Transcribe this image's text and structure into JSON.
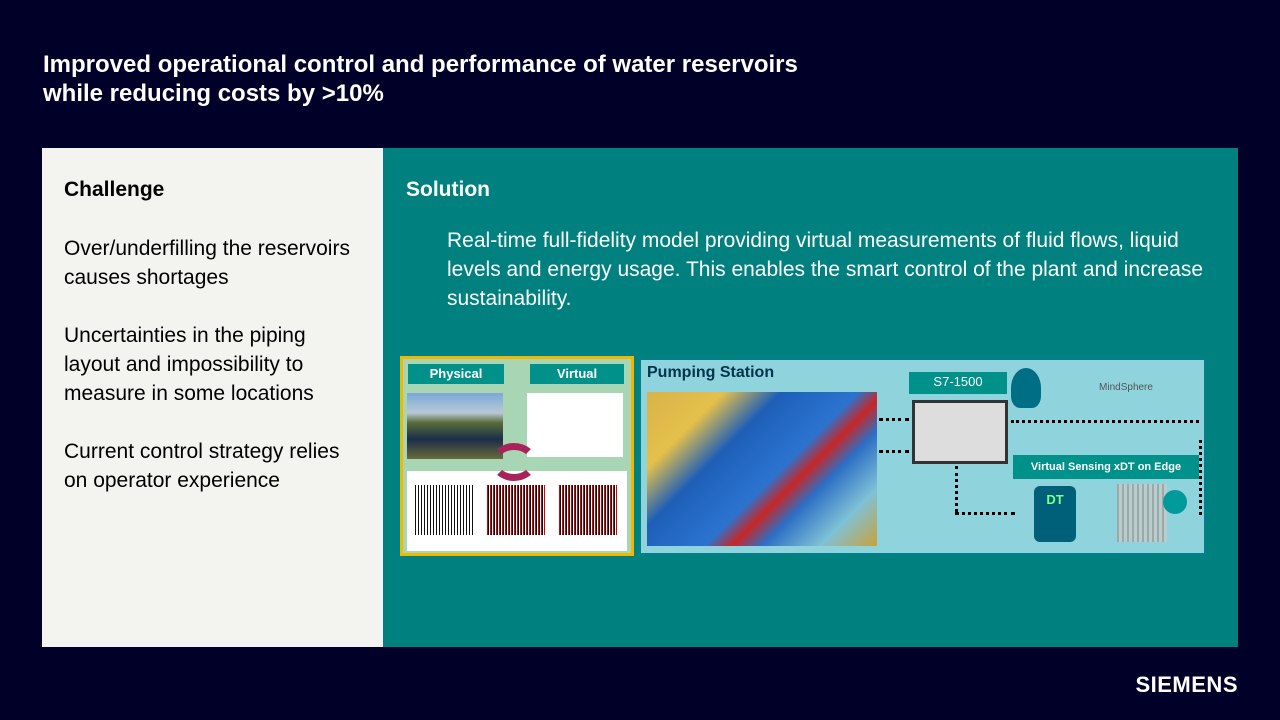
{
  "title": {
    "line1": "Improved operational control and performance of water reservoirs",
    "line2": "while reducing costs by >10%"
  },
  "challenge": {
    "heading": "Challenge",
    "items": [
      "Over/underfilling the reservoirs causes shortages",
      "Uncertainties in the piping layout and impossibility to measure in some locations",
      "Current control strategy relies on operator experience"
    ]
  },
  "solution": {
    "heading": "Solution",
    "description": "Real-time full-fidelity model providing virtual measurements of fluid flows, liquid levels and energy usage. This enables the smart control of the plant and increase sustainability.",
    "figure": {
      "physical_label": "Physical",
      "virtual_label": "Virtual",
      "pumping_station": "Pumping Station",
      "plc_label": "S7-1500",
      "cloud_label": "MindSphere",
      "edge_label": "Virtual Sensing xDT on Edge",
      "dt_label": "DT"
    }
  },
  "brand": "SIEMENS",
  "colors": {
    "background": "#000028",
    "teal": "#00807f",
    "accent_yellow": "#f2b800"
  }
}
